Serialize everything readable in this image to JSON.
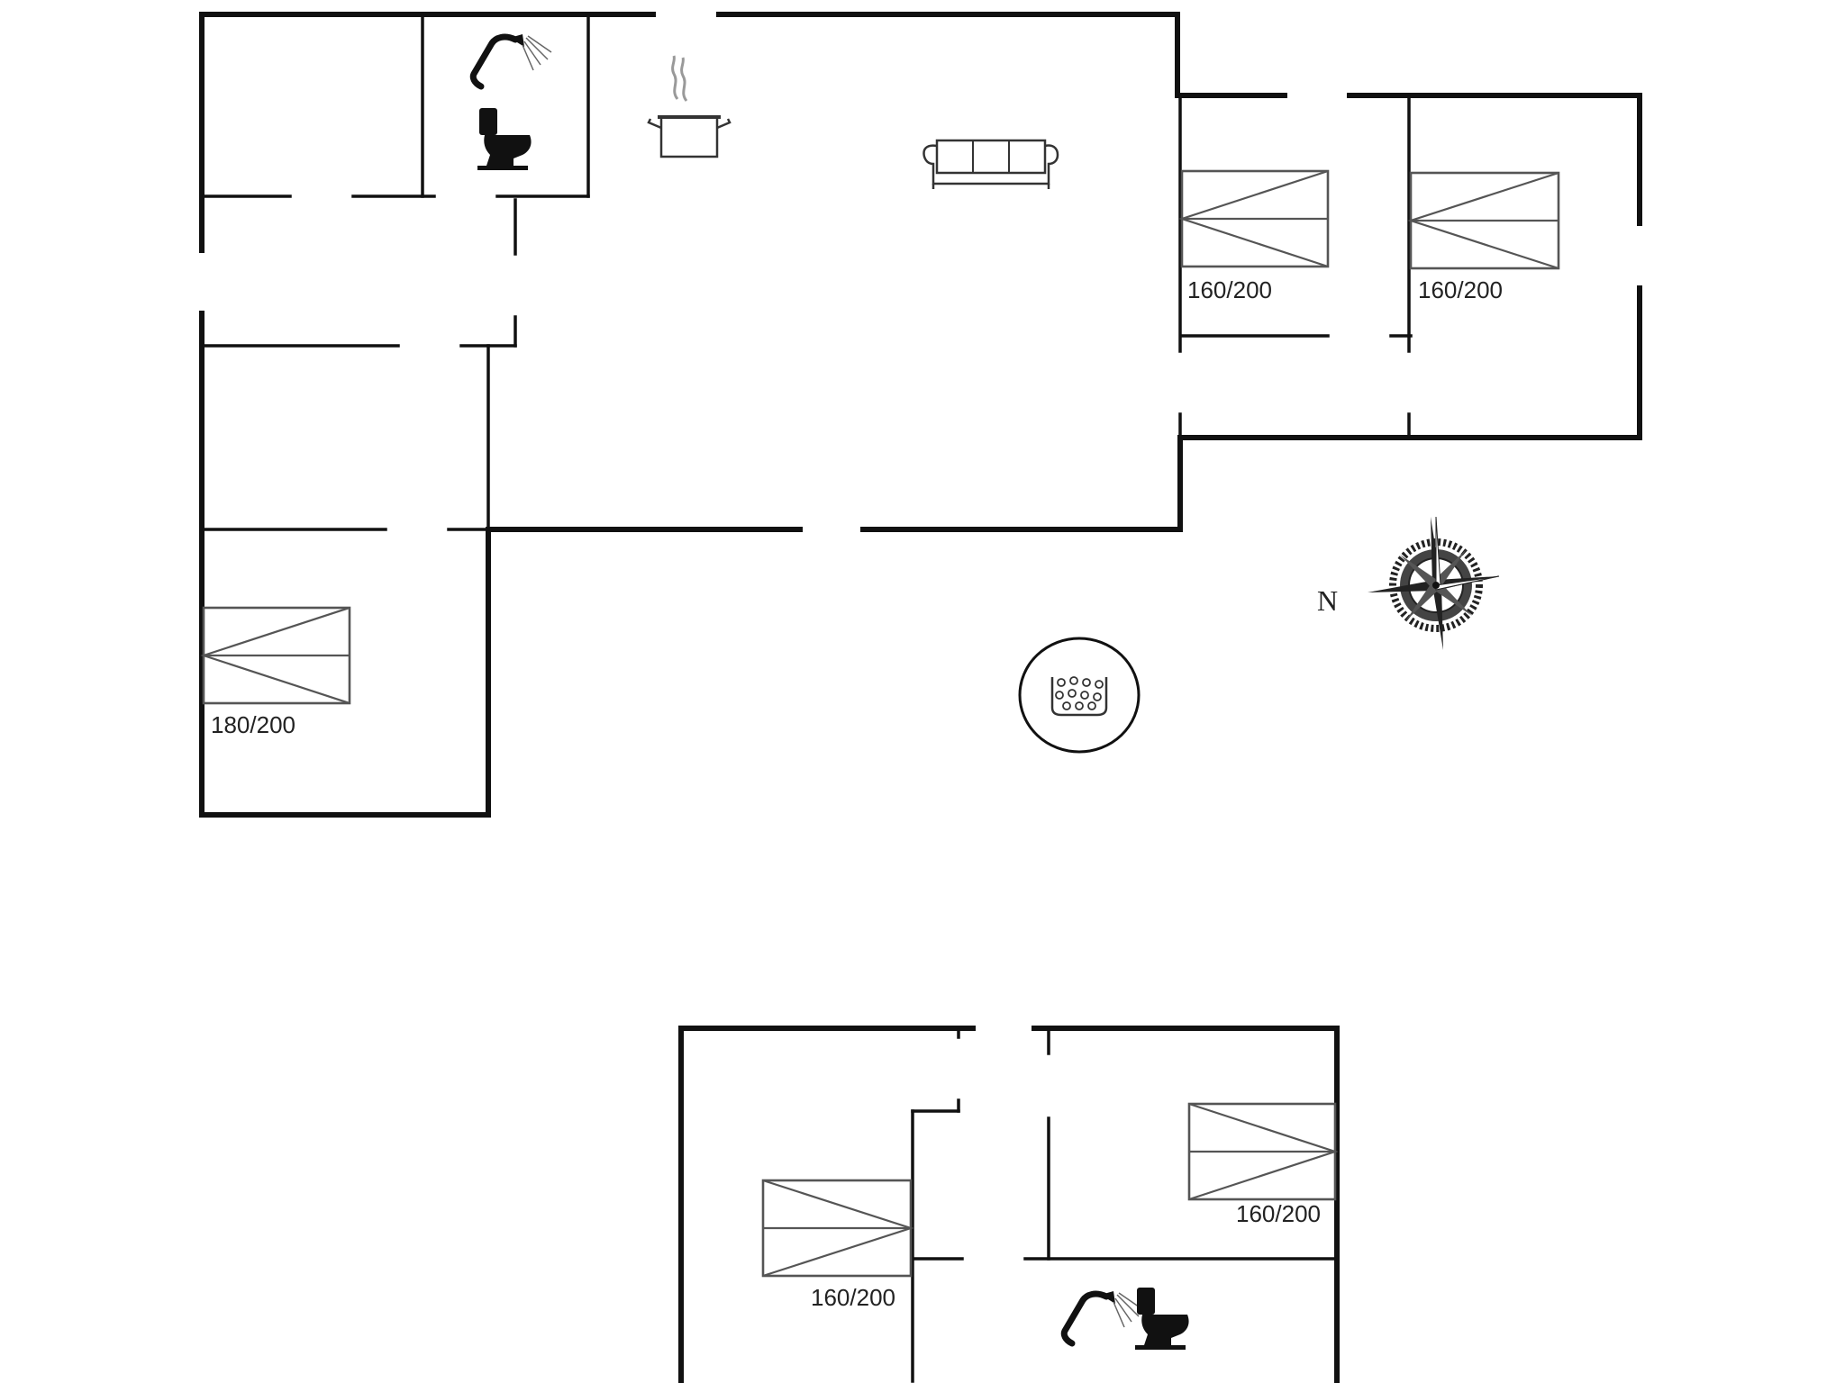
{
  "floor_plan": {
    "beds": [
      {
        "label": "160/200"
      },
      {
        "label": "160/200"
      },
      {
        "label": "180/200"
      },
      {
        "label": "160/200"
      },
      {
        "label": "160/200"
      }
    ],
    "compass": {
      "label": "N"
    },
    "icons": [
      "shower-icon",
      "toilet-icon",
      "cooking-pot-icon",
      "sofa-icon",
      "hot-tub-icon",
      "compass-rose-icon"
    ]
  }
}
